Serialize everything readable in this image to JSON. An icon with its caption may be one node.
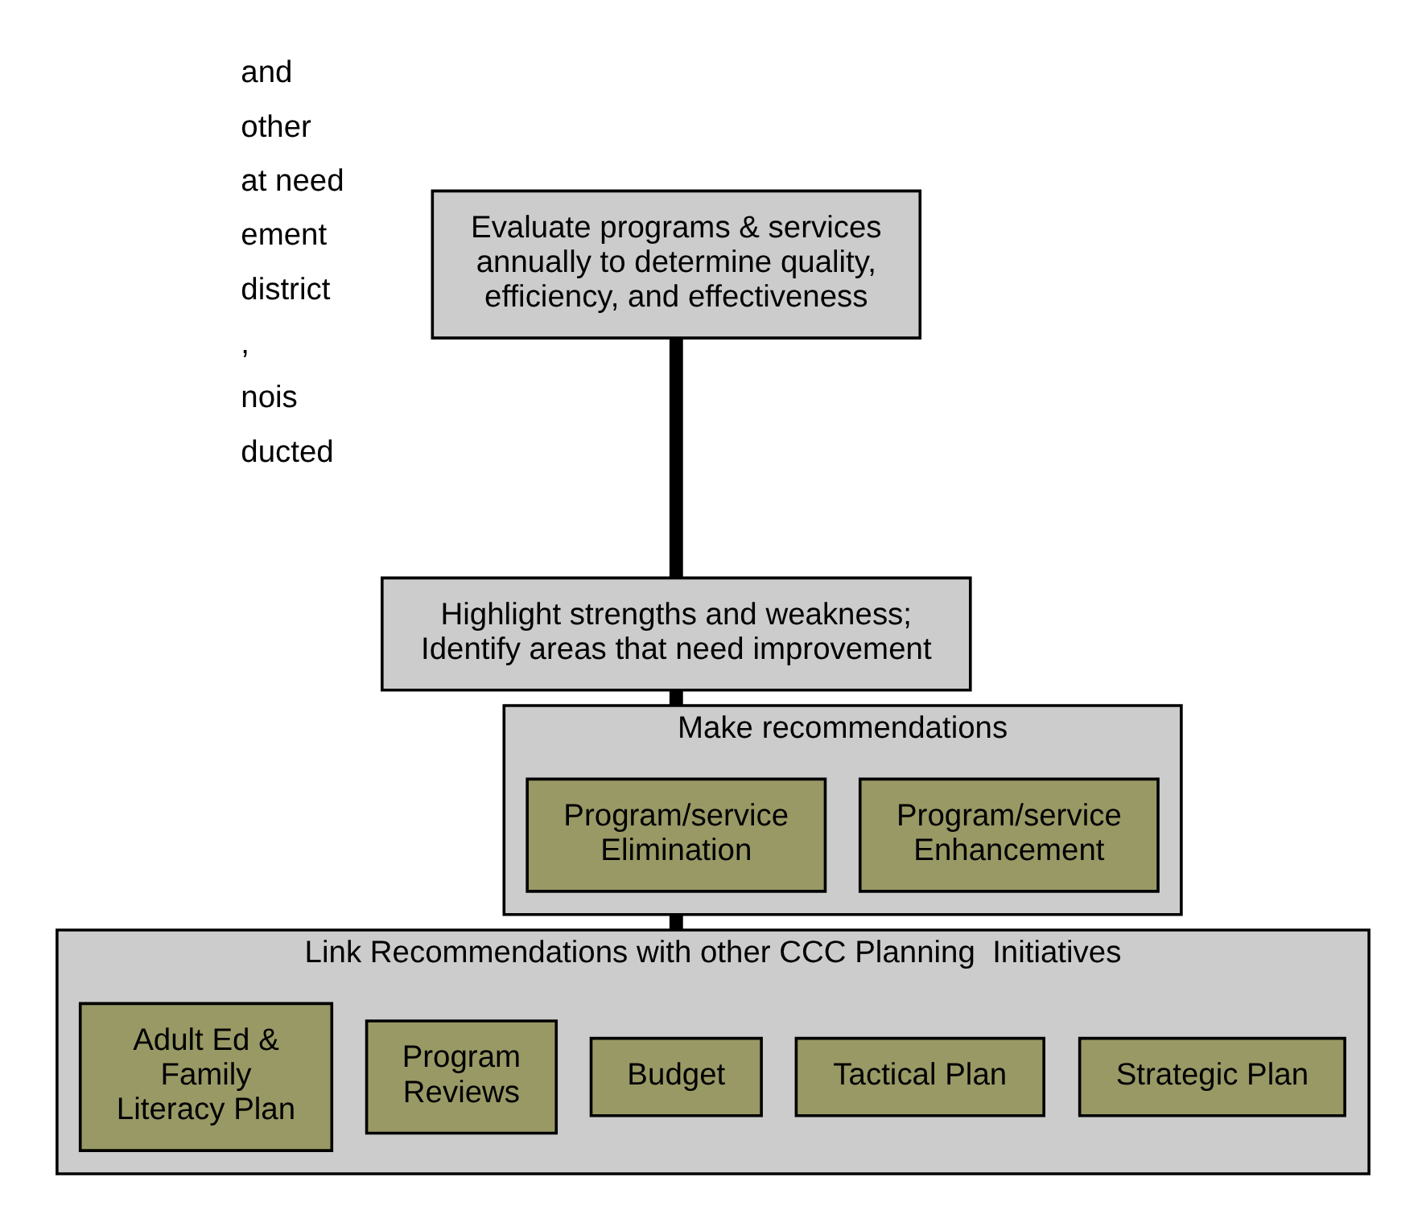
{
  "diagram": {
    "nodes": [
      {
        "text": [
          "Evaluate programs & services annually to determine quality, efficiency, and effectiveness"
        ]
      },
      {
        "text": [
          "Highlight strengths and weakness; Identify areas that need improvement"
        ]
      },
      {
        "text": [
          "Make recommendations"
        ]
      },
      {
        "text": [
          "Program/service Enhancement"
        ],
        "in": 2
      },
      {
        "text": [
          "Program/service Elimination"
        ],
        "in": 2
      },
      {
        "text": [
          "Link Recommendations with other CCC Planning  Initiatives"
        ]
      },
      {
        "text": [
          "Strategic Plan"
        ],
        "in": 5
      },
      {
        "text": [
          "Tactical Plan"
        ],
        "in": 5
      },
      {
        "text": [
          "Budget"
        ],
        "in": 5
      },
      {
        "text": [
          "Program Reviews"
        ],
        "in": 5
      },
      {
        "text": [
          "Adult Ed & Family Literacy Plan"
        ],
        "in": 5
      }
    ],
    "edges": [
      {
        "from": 0,
        "to": 1,
        "arrow": "none"
      },
      {
        "from": 1,
        "to": 2,
        "arrow": "none"
      },
      {
        "from": 2,
        "to": 5,
        "arrow": "none"
      }
    ],
    "labels": [
      "and",
      "other",
      "at need",
      "ement",
      "district",
      ",",
      "nois",
      "ducted"
    ]
  }
}
